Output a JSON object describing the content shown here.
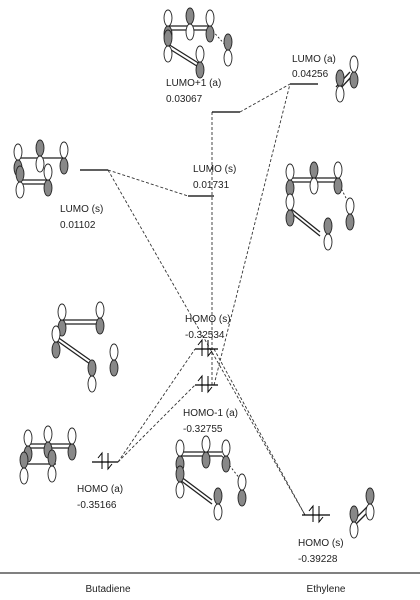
{
  "diagram": {
    "axis": {
      "left": "Butadiene",
      "right": "Ethylene"
    },
    "levels": {
      "lumo_plus1_a": {
        "name": "LUMO+1 (a)",
        "value": "0.03067"
      },
      "lumo_but": {
        "name": "LUMO (s)",
        "value": "0.01102"
      },
      "homo_but": {
        "name": "HOMO (a)",
        "value": "-0.35166"
      },
      "lumo_a": {
        "name": "LUMO (a)",
        "value": "0.04256"
      },
      "lumo_s": {
        "name": "LUMO (s)",
        "value": "0.01731"
      },
      "homo_s": {
        "name": "HOMO (s)",
        "value": "-0.32534"
      },
      "homo_m1_a": {
        "name": "HOMO-1 (a)",
        "value": "-0.32755"
      },
      "homo_eth": {
        "name": "HOMO (s)",
        "value": "-0.39228"
      }
    },
    "colors": {
      "lobe_dark": "#888888",
      "line": "#000000"
    }
  }
}
